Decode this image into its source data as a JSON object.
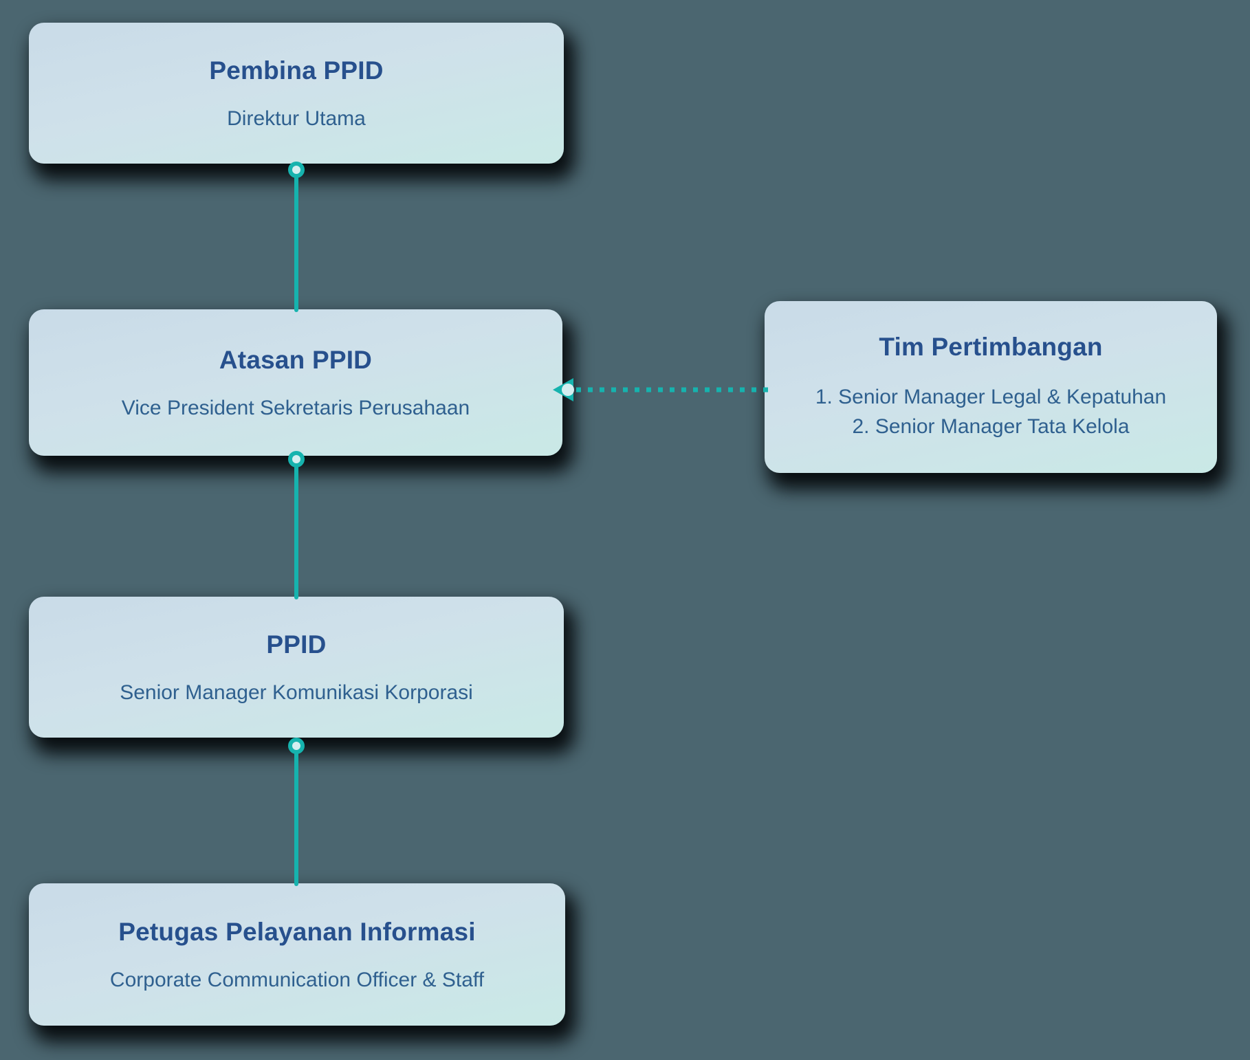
{
  "page": {
    "background_color": "#4b6670"
  },
  "palette": {
    "card_gradient_start": "#c9dbe8",
    "card_gradient_end": "#c9e9e6",
    "title_color": "#27508d",
    "subtitle_color": "#2f608f",
    "connector_color": "#16b3ae",
    "connector_dot_fill": "#d4eef0",
    "shadow_color": "#05090b"
  },
  "nodes": {
    "pembina": {
      "title": "Pembina PPID",
      "subtitle": "Direktur Utama"
    },
    "atasan": {
      "title": "Atasan PPID",
      "subtitle": "Vice President Sekretaris Perusahaan"
    },
    "tim": {
      "title": "Tim Pertimbangan",
      "members": [
        "1. Senior Manager Legal & Kepatuhan",
        "2. Senior Manager Tata Kelola"
      ]
    },
    "ppid": {
      "title": "PPID",
      "subtitle": "Senior Manager Komunikasi Korporasi"
    },
    "petugas": {
      "title": "Petugas Pelayanan Informasi",
      "subtitle": "Corporate Communication Officer & Staff"
    }
  }
}
